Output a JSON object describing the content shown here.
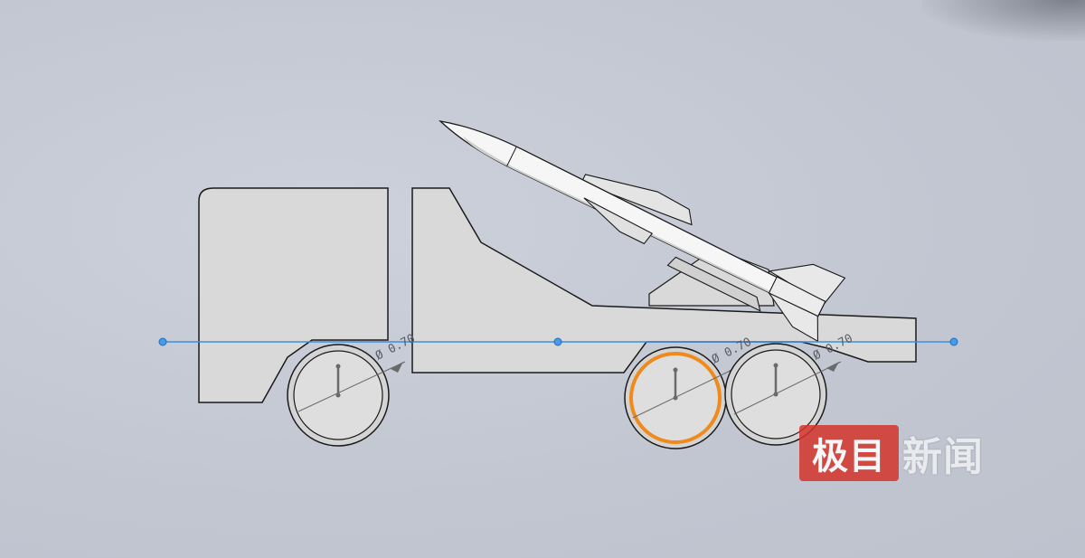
{
  "dimensions": {
    "rear_wheel_label": "Ø 0.70",
    "middle_wheel_label": "Ø 0.70",
    "front_wheel_label": "Ø 0.70"
  },
  "colors": {
    "background": "#c5c9d4",
    "body_fill": "#d9d9d9",
    "outline": "#1a1a1a",
    "sketch_line": "#3b8fe0",
    "selection": "#f08a1c"
  },
  "watermark": {
    "box_text": "极目",
    "text": "新闻"
  }
}
